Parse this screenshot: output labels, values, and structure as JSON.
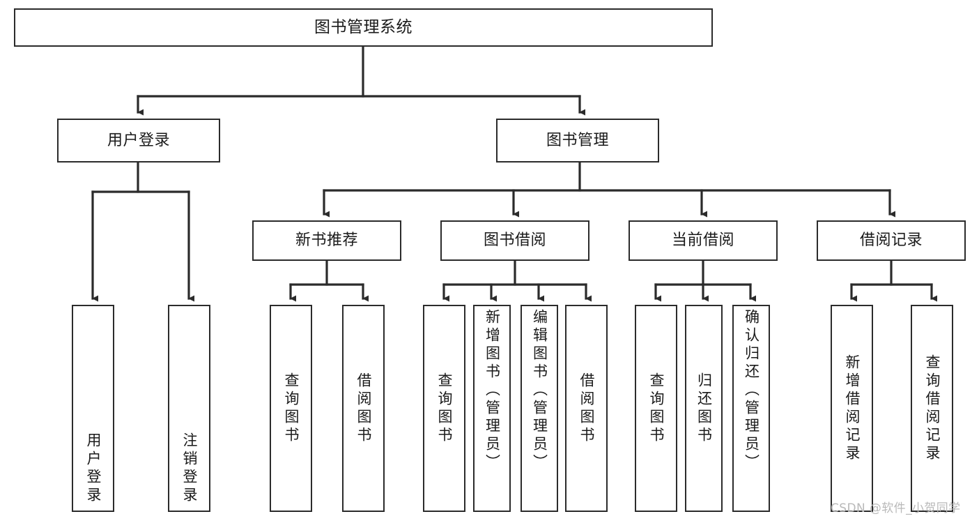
{
  "diagram": {
    "title": "图书管理系统",
    "type": "functional-structure-tree",
    "watermark": "CSDN @软件_小贺同学",
    "edge_color": "#2b2b2b",
    "node_border_color": "#2b2b2b",
    "node_fill_color": "#ffffff",
    "text_color": "#1a1a1a",
    "levels": {
      "root": {
        "label": "图书管理系统"
      },
      "level2": [
        {
          "id": "user-login",
          "label": "用户登录"
        },
        {
          "id": "book-management",
          "label": "图书管理"
        }
      ],
      "level3": [
        {
          "id": "new-book-recommend",
          "label": "新书推荐",
          "parent": "book-management"
        },
        {
          "id": "book-borrow",
          "label": "图书借阅",
          "parent": "book-management"
        },
        {
          "id": "current-borrow",
          "label": "当前借阅",
          "parent": "book-management"
        },
        {
          "id": "borrow-record",
          "label": "借阅记录",
          "parent": "book-management"
        }
      ],
      "leaves": [
        {
          "id": "leaf-user-login",
          "label": "用户登录",
          "parent": "user-login"
        },
        {
          "id": "leaf-user-logout",
          "label": "注销登录",
          "parent": "user-login"
        },
        {
          "id": "leaf-query-book-1",
          "label": "查询图书",
          "parent": "new-book-recommend"
        },
        {
          "id": "leaf-borrow-book-1",
          "label": "借阅图书",
          "parent": "new-book-recommend"
        },
        {
          "id": "leaf-query-book-2",
          "label": "查询图书",
          "parent": "book-borrow"
        },
        {
          "id": "leaf-add-book",
          "label": "新增图书（管理员）",
          "parent": "book-borrow"
        },
        {
          "id": "leaf-edit-book",
          "label": "编辑图书（管理员）",
          "parent": "book-borrow"
        },
        {
          "id": "leaf-borrow-book-2",
          "label": "借阅图书",
          "parent": "book-borrow"
        },
        {
          "id": "leaf-query-book-3",
          "label": "查询图书",
          "parent": "current-borrow"
        },
        {
          "id": "leaf-return-book",
          "label": "归还图书",
          "parent": "current-borrow"
        },
        {
          "id": "leaf-confirm-return",
          "label": "确认归还（管理员）",
          "parent": "current-borrow"
        },
        {
          "id": "leaf-add-record",
          "label": "新增借阅记录",
          "parent": "borrow-record"
        },
        {
          "id": "leaf-query-record",
          "label": "查询借阅记录",
          "parent": "borrow-record"
        }
      ]
    }
  }
}
